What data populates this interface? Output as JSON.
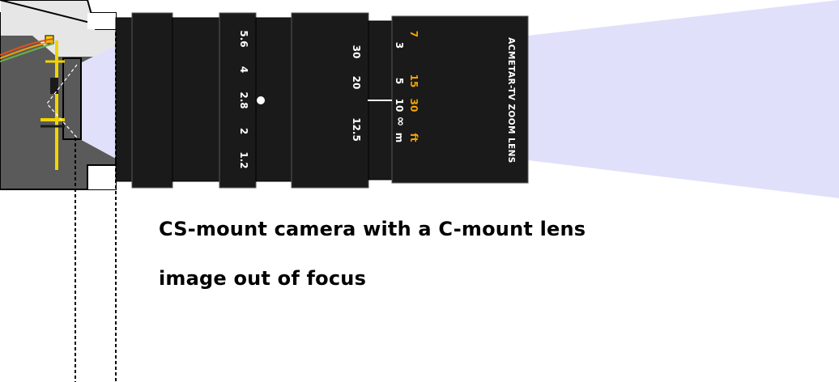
{
  "diagram": {
    "captions": {
      "line1": "CS-mount camera with a C-mount lens",
      "line2": "image out of focus"
    },
    "lens": {
      "brand_label": "ACMETAR-TV ZOOM LENS",
      "aperture_scale": [
        "5.6",
        "4",
        "2.8",
        "2",
        "1.2"
      ],
      "zoom_scale": [
        "30",
        "20",
        "12.5"
      ],
      "focus_scale_ft": [
        "7",
        "15",
        "30",
        "ft"
      ],
      "focus_scale_m": [
        "3",
        "5",
        "10",
        "∞",
        "m"
      ]
    },
    "colors": {
      "lens_body": "#1a1a1a",
      "light_beam": "#e0e0fb",
      "camera_body": "#5a5a5a",
      "camera_top": "#e6e6e6",
      "focus_feet_text": "#f5a300",
      "label_text": "#ffffff",
      "sensor_wire": "#f2d400"
    }
  }
}
